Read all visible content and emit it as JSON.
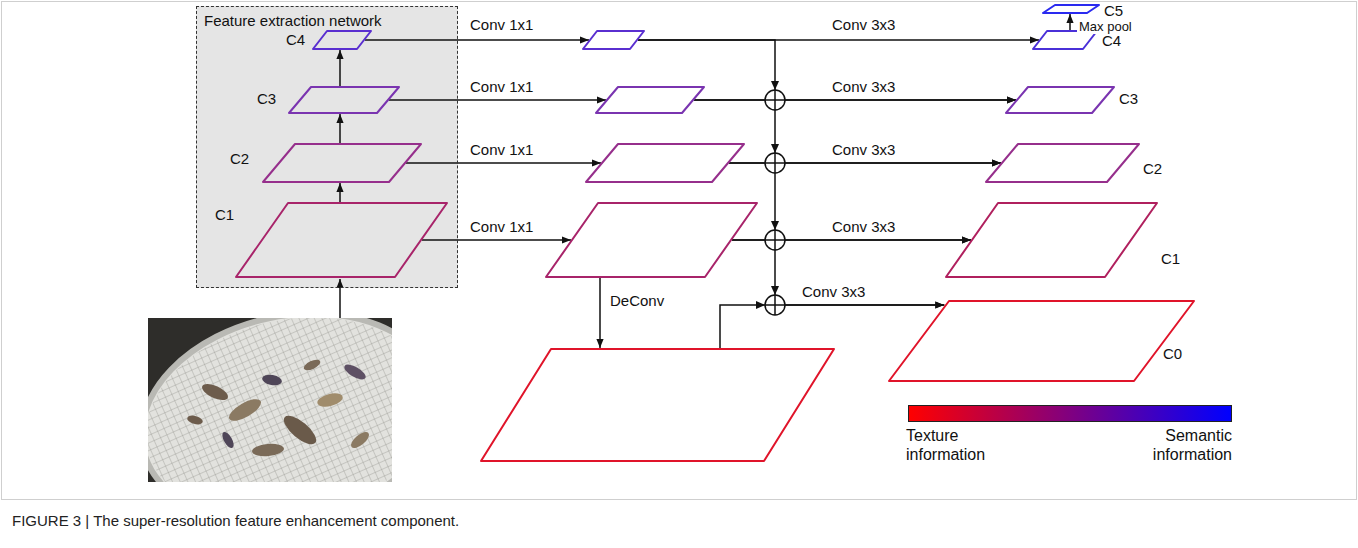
{
  "diagram": {
    "caption": "FIGURE 3 | The super-resolution feature enhancement component.",
    "nodes": [
      {
        "text": [
          "Feature extraction network"
        ]
      },
      {
        "text": [
          "C4"
        ],
        "in": 0
      },
      {
        "text": [
          "C3"
        ],
        "in": 0
      },
      {
        "text": [
          "C2"
        ],
        "in": 0
      },
      {
        "text": [
          "C1"
        ],
        "in": 0
      },
      {
        "text": []
      },
      {
        "text": []
      },
      {
        "text": []
      },
      {
        "text": []
      },
      {
        "text": []
      },
      {
        "text": [
          "C5"
        ]
      },
      {
        "text": [
          "C4"
        ]
      },
      {
        "text": [
          "C3"
        ]
      },
      {
        "text": [
          "C2"
        ]
      },
      {
        "text": [
          "C1"
        ]
      },
      {
        "text": [
          "C0"
        ]
      }
    ],
    "edges": [
      {
        "from": 4,
        "to": 3,
        "arrow": "to"
      },
      {
        "from": 3,
        "to": 2,
        "arrow": "to"
      },
      {
        "from": 2,
        "to": 1,
        "arrow": "to"
      },
      {
        "from": 1,
        "to": 5,
        "label": "Conv 1x1",
        "arrow": "to"
      },
      {
        "from": 2,
        "to": 6,
        "label": "Conv 1x1",
        "arrow": "to"
      },
      {
        "from": 3,
        "to": 7,
        "label": "Conv 1x1",
        "arrow": "to"
      },
      {
        "from": 4,
        "to": 8,
        "label": "Conv 1x1",
        "arrow": "to"
      },
      {
        "from": 5,
        "to": 11,
        "label": "Conv 3x3",
        "arrow": "to"
      },
      {
        "from": 6,
        "to": 12,
        "label": "Conv 3x3",
        "arrow": "to"
      },
      {
        "from": 7,
        "to": 13,
        "label": "Conv 3x3",
        "arrow": "to"
      },
      {
        "from": 8,
        "to": 14,
        "label": "Conv 3x3",
        "arrow": "to"
      },
      {
        "from": 5,
        "to": 12,
        "arrow": "to"
      },
      {
        "from": 6,
        "to": 13,
        "arrow": "to"
      },
      {
        "from": 7,
        "to": 14,
        "arrow": "to"
      },
      {
        "from": 8,
        "to": 15,
        "arrow": "to"
      },
      {
        "from": 8,
        "to": 9,
        "label": "DeConv",
        "arrow": "to"
      },
      {
        "from": 9,
        "to": 15,
        "label": "Conv 3x3",
        "arrow": "to"
      },
      {
        "from": 11,
        "to": 10,
        "label": "Max pool",
        "arrow": "to"
      }
    ],
    "legend": [
      {
        "text": "Texture information",
        "color": "#ff0000"
      },
      {
        "text": "Semantic information",
        "color": "#0000ff"
      }
    ]
  }
}
